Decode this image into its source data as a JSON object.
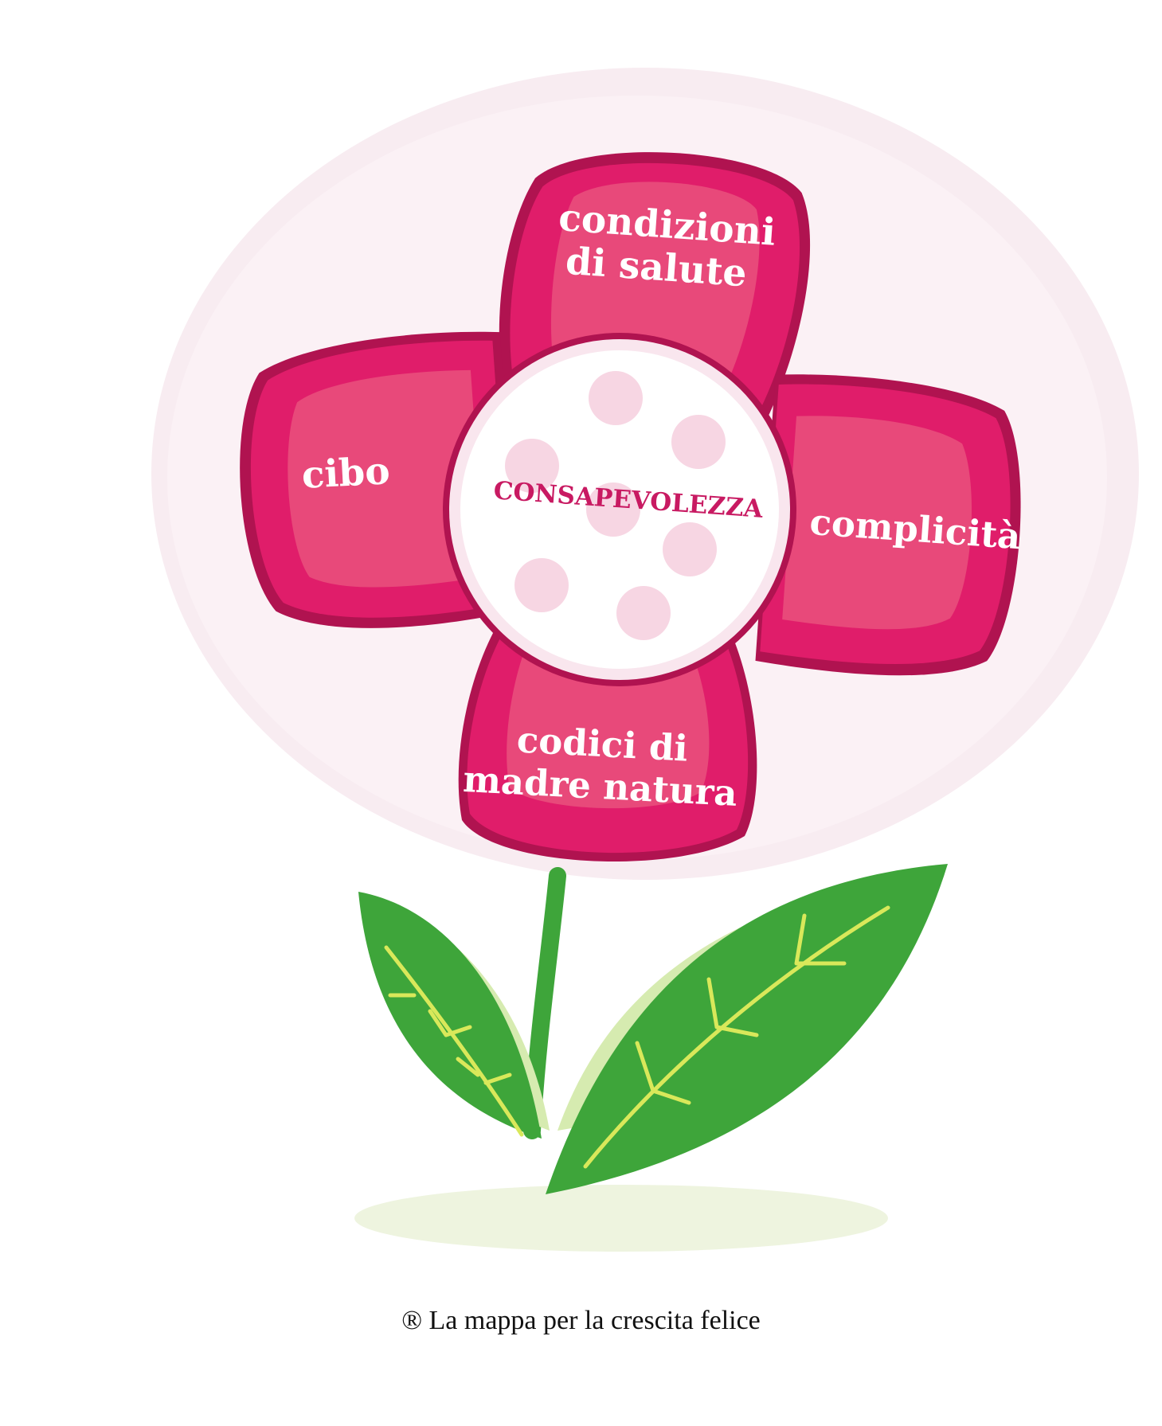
{
  "diagram": {
    "center_label": "CONSAPEVOLEZZA",
    "petals": {
      "top": [
        "condizioni",
        "di salute"
      ],
      "left": [
        "cibo"
      ],
      "right": [
        "complicità"
      ],
      "bottom": [
        "codici di",
        "madre natura"
      ]
    }
  },
  "caption": "® La mappa per la crescita felice",
  "colors": {
    "halo": "#f8ecf1",
    "petal_dark": "#e01d6a",
    "petal_light": "#e8497a",
    "petal_outline": "#b01350",
    "center_fill": "#ffffff",
    "center_dots": "#f7d6e3",
    "center_text": "#c81a62",
    "leaf_green": "#3ea53a",
    "leaf_shadow": "#d6ebb0",
    "vein": "#d9e85a",
    "ground": "#eef4df",
    "petal_text": "#ffffff"
  },
  "icons": [
    "flower-illustration",
    "leaf-left",
    "leaf-right",
    "stem"
  ]
}
